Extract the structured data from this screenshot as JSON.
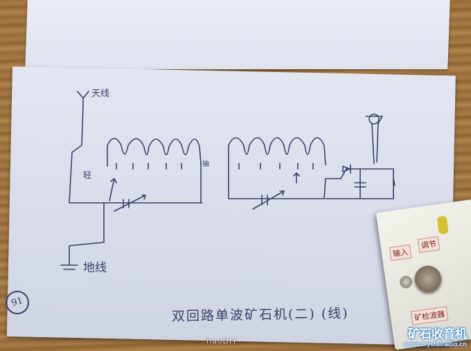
{
  "handwriting": {
    "antenna_label": "天线",
    "ground_label": "地线",
    "tap_label": "轻",
    "end_tap": "抽",
    "footer_title": "双回路单波矿石机(二)",
    "footer_suffix": "(线)",
    "page_number": "91"
  },
  "card": {
    "input_label": "输入",
    "tune_label": "调节",
    "detector_label": "矿检波器"
  },
  "watermarks": {
    "left": "haoDIY",
    "brand": "矿石收音机",
    "url": "www.crystalradio.cn"
  },
  "colors": {
    "ink": "#3b3f6a",
    "paper": "#dde1ec",
    "wood": "#9a7040",
    "brand_blue": "#0066cc"
  }
}
